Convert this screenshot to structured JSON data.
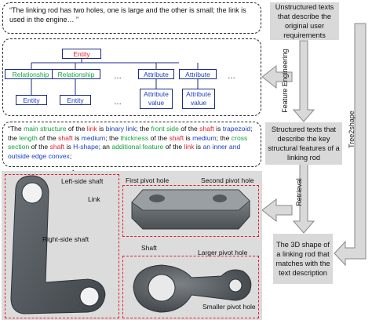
{
  "requirement_text": "“The linking rod has two holes, one is large and the other is small; the link is used in the engine… ”",
  "tree": {
    "root": "Entity",
    "relationship_1": "Relationship",
    "relationship_2": "Relationship",
    "entity_1": "Entity",
    "entity_2": "Entity",
    "attribute_1": "Attribute",
    "attribute_2": "Attribute",
    "attribute_value_1": "Attribute value",
    "attribute_value_2": "Attribute value",
    "ellipsis_1": "…",
    "ellipsis_2": "…",
    "ellipsis_3": "…"
  },
  "structured_text": {
    "open_quote": "“The ",
    "p1": "main structure",
    "p2": " of the ",
    "p3": "link",
    "p4": " is ",
    "p5": "binary link",
    "p6": "; the ",
    "p7": "front side",
    "p8": " of the ",
    "p9": "shaft",
    "p10": " is ",
    "p11": "trapezoid",
    "p12": "; the ",
    "p13": "length",
    "p14": " of the ",
    "p15": "shaft",
    "p16": " is ",
    "p17": "medium",
    "p18": "; the ",
    "p19": "thickness",
    "p20": " of the ",
    "p21": "shaft",
    "p22": " is ",
    "p23": "medium",
    "p24": "; the ",
    "p25": "cross section",
    "p26": " of the ",
    "p27": "shaft",
    "p28": " is ",
    "p29": "H-shape",
    "p30": "; an ",
    "p31": "additional feature",
    "p32": " of the ",
    "p33": "link",
    "p34": " is ",
    "p35": "an inner and outside edge convex",
    "p36": ";"
  },
  "right_column": {
    "box_1": "Unstructured texts that describe the original user requirements",
    "box_2": "Structured texts that describe the key structural features of a linking rod",
    "box_3": "The 3D shape of a linking rod that matches with the text description",
    "label_feature_engineering": "Feature Engineering",
    "label_retrieval": "Retrieval",
    "label_tree2shape": "Tree2shape"
  },
  "image_labels": {
    "left_side_shaft": "Left-side shaft",
    "right_side_shaft": "Right-side shaft",
    "link": "Link",
    "first_pivot_hole": "First pivot hole",
    "second_pivot_hole": "Second pivot hole",
    "shaft": "Shaft",
    "larger_pivot_hole": "Larger pivot hole",
    "smaller_pivot_hole": "Smaller pivot hole"
  },
  "colors": {
    "red": "#e0202a",
    "blue": "#1b3fbf",
    "green": "#12a33a",
    "gray_box": "#d9d9d9"
  }
}
